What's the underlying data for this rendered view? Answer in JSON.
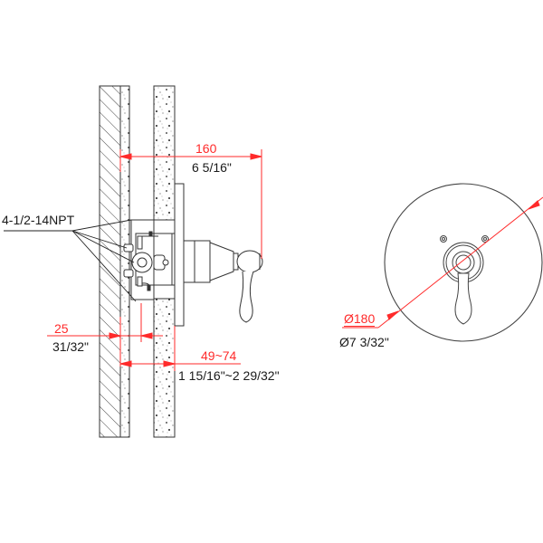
{
  "drawing": {
    "title": "Concealed shower valve installation dimensions",
    "colors": {
      "line": "#333333",
      "dimension": "#ff2a2a",
      "text": "#1a1a1a",
      "background": "#ffffff"
    }
  },
  "side_view": {
    "labels": {
      "thread_spec": "4-1/2-14NPT",
      "depth_mm": "160",
      "depth_in": "6 5/16\"",
      "wall_offset_mm": "25",
      "wall_offset_in": "31/32\"",
      "finish_range_mm": "49~74",
      "finish_range_in": "1 15/16\"~2 29/32\""
    }
  },
  "front_view": {
    "labels": {
      "diameter_mm": "Ø180",
      "diameter_in": "Ø7 3/32\""
    }
  }
}
